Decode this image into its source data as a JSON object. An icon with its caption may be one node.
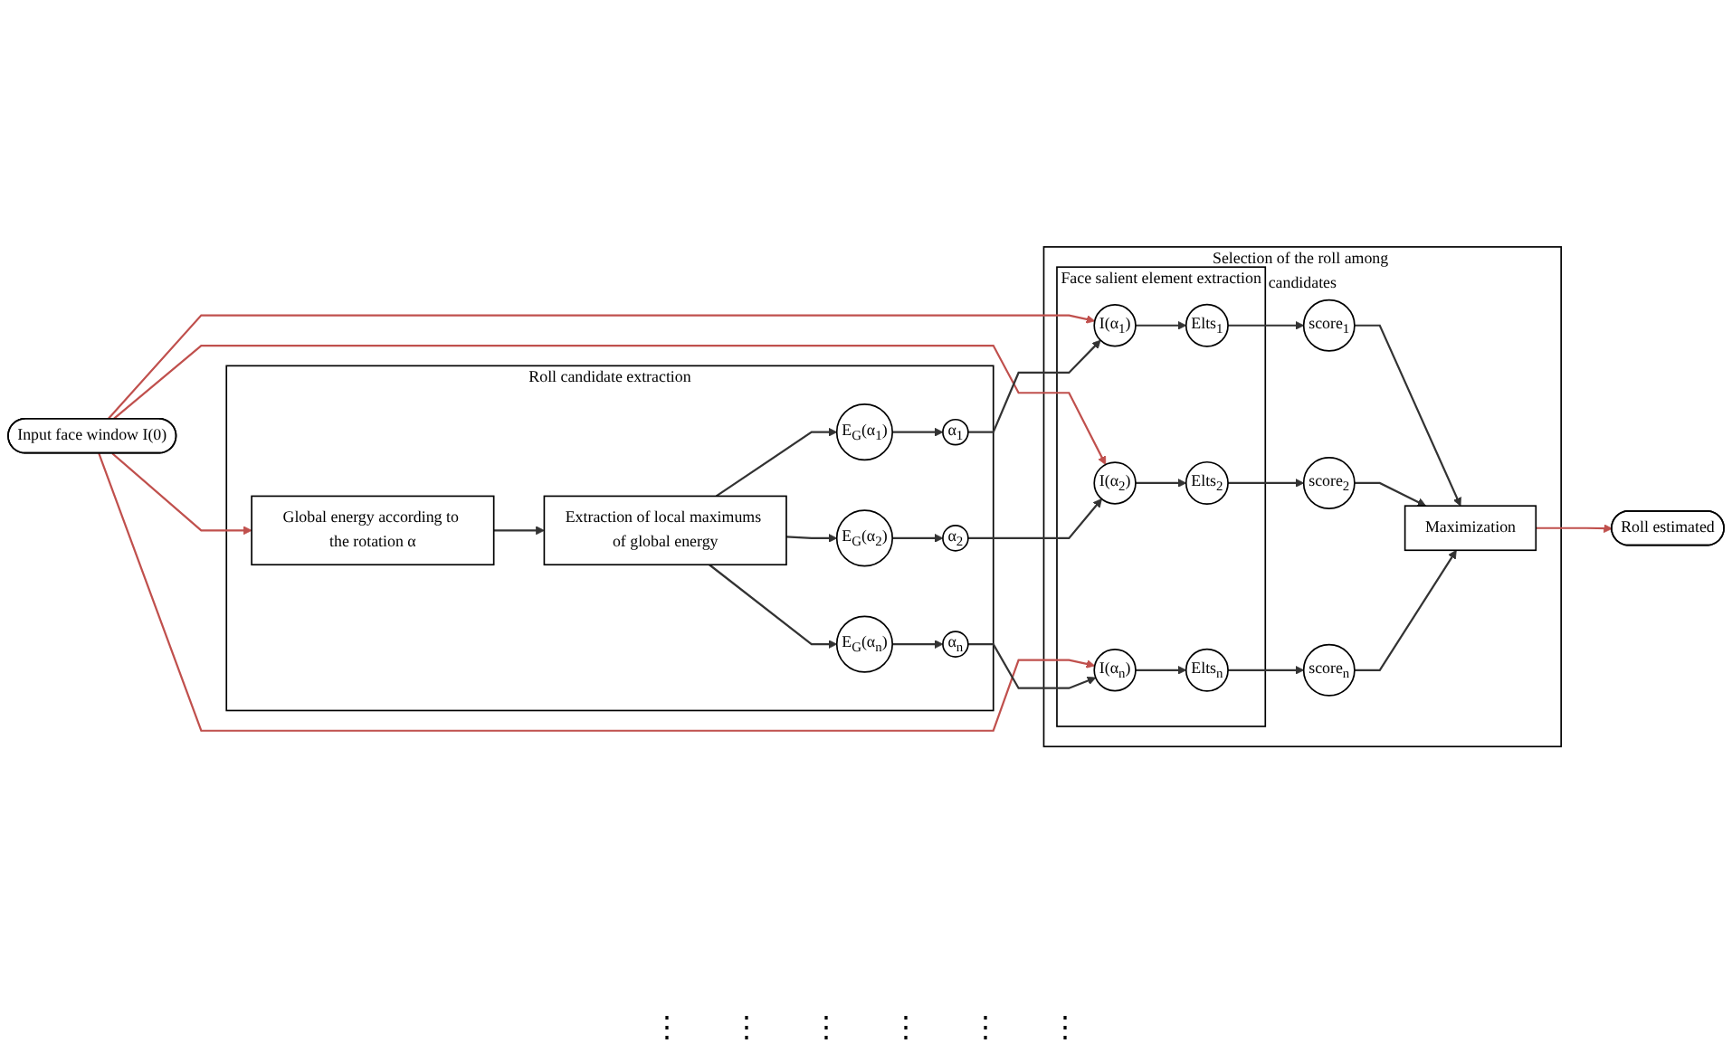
{
  "diagram": {
    "nodes": [
      {
        "text": [
          "Input face window I(0)"
        ]
      },
      {
        "text": [
          "Roll candidate extraction"
        ]
      },
      {
        "text": [
          "Global energy according to the rotation α"
        ],
        "in": 1
      },
      {
        "text": [
          "Extraction of local maximums of global energy"
        ],
        "in": 1
      },
      {
        "text": [
          "E$_{G}$(α$_{1}$)"
        ],
        "in": 1
      },
      {
        "text": [
          "α$_{1}$"
        ],
        "in": 1
      },
      {
        "text": [
          "E$_{G}$(α$_{2}$)"
        ],
        "in": 1
      },
      {
        "text": [
          "α$_{2}$"
        ],
        "in": 1
      },
      {
        "text": [
          "E$_{G}$(α$_{n}$)"
        ],
        "in": 1
      },
      {
        "text": [
          "α$_{n}$"
        ],
        "in": 1
      },
      {
        "text": [
          "Selection of the roll among candidates"
        ]
      },
      {
        "text": [
          "Face salient element extraction"
        ],
        "in": 10
      },
      {
        "text": [
          "I(α$_{1}$)"
        ],
        "in": 11
      },
      {
        "text": [
          "Elts$_{1}$"
        ],
        "in": 11
      },
      {
        "text": [
          "I(α$_{2}$)"
        ],
        "in": 11
      },
      {
        "text": [
          "Elts$_{2}$"
        ],
        "in": 11
      },
      {
        "text": [
          "I(α$_{n}$)"
        ],
        "in": 11
      },
      {
        "text": [
          "Elts$_{n}$"
        ],
        "in": 11
      },
      {
        "text": [
          "score$_{1}$"
        ],
        "in": 10
      },
      {
        "text": [
          "score$_{2}$"
        ],
        "in": 10
      },
      {
        "text": [
          "score$_{n}$"
        ],
        "in": 10
      },
      {
        "text": [
          "Maximization"
        ],
        "in": 10
      },
      {
        "text": [
          "Roll estimated"
        ]
      }
    ],
    "edges": [
      {
        "from": 0,
        "to": 2,
        "arrow": "to",
        "color": "#c0504d"
      },
      {
        "from": 0,
        "to": 12,
        "arrow": "to",
        "color": "#c0504d"
      },
      {
        "from": 0,
        "to": 14,
        "arrow": "to",
        "color": "#c0504d"
      },
      {
        "from": 0,
        "to": 16,
        "arrow": "to",
        "color": "#c0504d"
      },
      {
        "from": 2,
        "to": 3,
        "arrow": "to"
      },
      {
        "from": 3,
        "to": 4,
        "arrow": "to"
      },
      {
        "from": 3,
        "to": 6,
        "arrow": "to"
      },
      {
        "from": 3,
        "to": 8,
        "arrow": "to"
      },
      {
        "from": 4,
        "to": 5,
        "arrow": "to"
      },
      {
        "from": 6,
        "to": 7,
        "arrow": "to"
      },
      {
        "from": 8,
        "to": 9,
        "arrow": "to"
      },
      {
        "from": 5,
        "to": 12,
        "arrow": "to"
      },
      {
        "from": 7,
        "to": 14,
        "arrow": "to"
      },
      {
        "from": 9,
        "to": 16,
        "arrow": "to"
      },
      {
        "from": 12,
        "to": 13,
        "arrow": "to"
      },
      {
        "from": 14,
        "to": 15,
        "arrow": "to"
      },
      {
        "from": 16,
        "to": 17,
        "arrow": "to"
      },
      {
        "from": 13,
        "to": 18,
        "arrow": "to"
      },
      {
        "from": 15,
        "to": 19,
        "arrow": "to"
      },
      {
        "from": 17,
        "to": 20,
        "arrow": "to"
      },
      {
        "from": 18,
        "to": 21,
        "arrow": "to"
      },
      {
        "from": 19,
        "to": 21,
        "arrow": "to"
      },
      {
        "from": 20,
        "to": 21,
        "arrow": "to"
      },
      {
        "from": 21,
        "to": 22,
        "arrow": "to",
        "color": "#c0504d"
      }
    ],
    "labels": [
      "⋮",
      "⋮",
      "⋮",
      "⋮",
      "⋮",
      "⋮"
    ]
  }
}
